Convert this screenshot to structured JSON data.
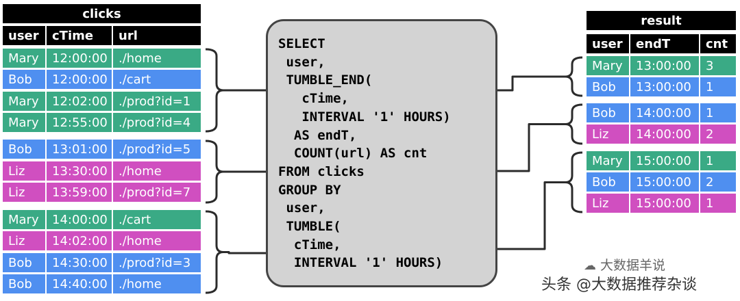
{
  "colors": {
    "Mary": "#3aaa85",
    "Bob": "#4f8ff0",
    "Liz": "#d04fc0"
  },
  "clicks": {
    "title": "clicks",
    "headers": [
      "user",
      "cTime",
      "url"
    ],
    "rows": [
      [
        "Mary",
        "12:00:00",
        "./home"
      ],
      [
        "Bob",
        "12:00:00",
        "./cart"
      ],
      [
        "Mary",
        "12:02:00",
        "./prod?id=1"
      ],
      [
        "Mary",
        "12:55:00",
        "./prod?id=4"
      ],
      [
        "Bob",
        "13:01:00",
        "./prod?id=5"
      ],
      [
        "Liz",
        "13:30:00",
        "./home"
      ],
      [
        "Liz",
        "13:59:00",
        "./prod?id=7"
      ],
      [
        "Mary",
        "14:00:00",
        "./cart"
      ],
      [
        "Liz",
        "14:02:00",
        "./home"
      ],
      [
        "Bob",
        "14:30:00",
        "./prod?id=3"
      ],
      [
        "Bob",
        "14:40:00",
        "./home"
      ]
    ]
  },
  "query": {
    "lines": [
      "SELECT",
      " user,",
      " TUMBLE_END(",
      "   cTime,",
      "   INTERVAL '1' HOURS)",
      "  AS endT,",
      "  COUNT(url) AS cnt",
      "FROM clicks",
      "GROUP BY",
      " user,",
      " TUMBLE(",
      "  cTime,",
      "  INTERVAL '1' HOURS)"
    ]
  },
  "result": {
    "title": "result",
    "headers": [
      "user",
      "endT",
      "cnt"
    ],
    "rows": [
      [
        "Mary",
        "13:00:00",
        "3"
      ],
      [
        "Bob",
        "13:00:00",
        "1"
      ],
      [
        "Bob",
        "14:00:00",
        "1"
      ],
      [
        "Liz",
        "14:00:00",
        "2"
      ],
      [
        "Mary",
        "15:00:00",
        "1"
      ],
      [
        "Bob",
        "15:00:00",
        "2"
      ],
      [
        "Liz",
        "15:00:00",
        "1"
      ]
    ]
  },
  "watermark": {
    "logo_text": "大数据羊说",
    "caption": "头条 @大数据推荐杂谈"
  }
}
